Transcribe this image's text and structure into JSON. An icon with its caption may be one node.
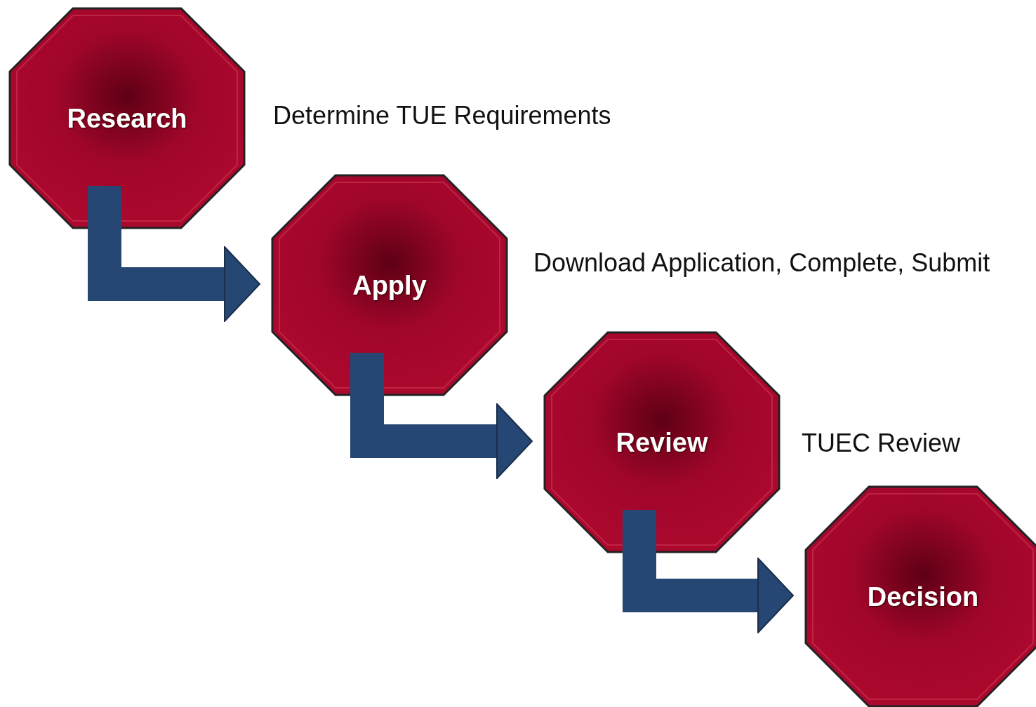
{
  "diagram": {
    "nodes": [
      {
        "text": [
          "Research"
        ],
        "beside": [
          "Determine TUE Requirements"
        ]
      },
      {
        "text": [
          "Apply"
        ],
        "beside": [
          "Download Application, Complete, Submit"
        ]
      },
      {
        "text": [
          "Review"
        ],
        "beside": [
          "TUEC Review"
        ]
      },
      {
        "text": [
          "Decision"
        ]
      }
    ],
    "edges": [
      {
        "from": 0,
        "to": 1,
        "arrow": "to"
      },
      {
        "from": 1,
        "to": 2,
        "arrow": "to"
      },
      {
        "from": 2,
        "to": 3,
        "arrow": "to"
      }
    ]
  }
}
